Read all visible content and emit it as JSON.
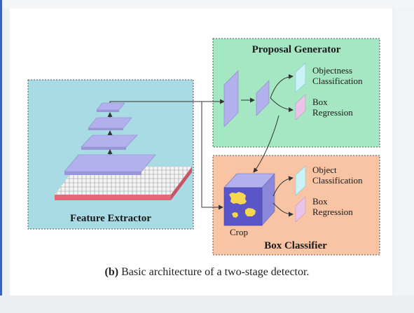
{
  "diagram": {
    "feature_extractor": {
      "title": "Feature Extractor"
    },
    "proposal_generator": {
      "title": "Proposal Generator",
      "output_1": [
        "Objectness",
        "Classification"
      ],
      "output_2": [
        "Box",
        "Regression"
      ]
    },
    "box_classifier": {
      "title": "Box Classifier",
      "crop_label": "Crop",
      "output_1": [
        "Object",
        "Classification"
      ],
      "output_2": [
        "Box",
        "Regression"
      ]
    },
    "colors": {
      "feature_bg": "#a9dbe4",
      "proposal_bg": "#a5e6c3",
      "classifier_bg": "#f8c4a4",
      "layer_purple": "#b3b0ee",
      "output_cyan": "#c9f3f6",
      "output_pink": "#e9c3e8",
      "crop_yellow": "#f5d84f",
      "base_red": "#e06a7c"
    }
  },
  "caption": {
    "label": "(b)",
    "text": "Basic architecture of a two-stage detector."
  }
}
